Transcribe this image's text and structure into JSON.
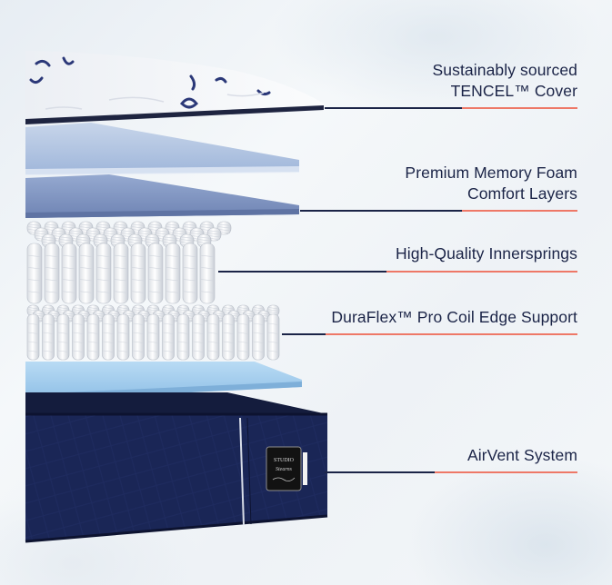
{
  "colors": {
    "navy": "#1b2447",
    "accent": "#ee7867",
    "cover_white": "#f7f8fa",
    "foam_light": "#b3c7e3",
    "foam_mid": "#8097c2",
    "gel_blue": "#a9d0ef",
    "base_navy": "#1a2656"
  },
  "layers": [
    {
      "id": "cover",
      "lines": [
        "Sustainably sourced",
        "TENCEL™ Cover"
      ]
    },
    {
      "id": "foam",
      "lines": [
        "Premium Memory Foam",
        "Comfort Layers"
      ]
    },
    {
      "id": "springs",
      "lines": [
        "High-Quality Innersprings"
      ]
    },
    {
      "id": "edge",
      "lines": [
        "DuraFlex™ Pro Coil Edge Support"
      ]
    },
    {
      "id": "base",
      "lines": [
        "AirVent System"
      ]
    }
  ],
  "tag": {
    "line1": "STUDIO",
    "line2": "Stearns"
  }
}
